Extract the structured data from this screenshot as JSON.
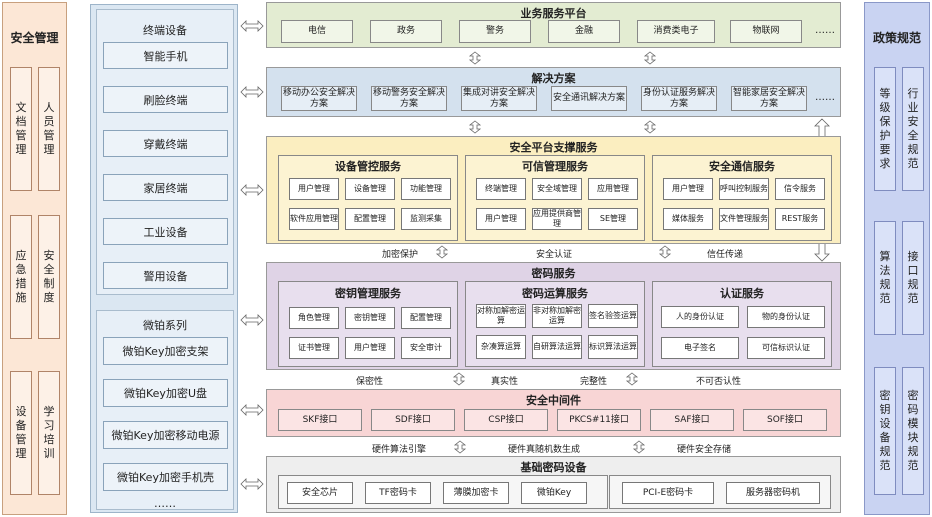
{
  "left": {
    "title": "安全管理",
    "items": [
      "文档管理",
      "人员管理",
      "应急措施",
      "安全制度",
      "设备管理",
      "学习培训"
    ]
  },
  "right": {
    "title": "政策规范",
    "items": [
      "等级保护要求",
      "行业安全规范",
      "算法规范",
      "接口规范",
      "密钥设备规范",
      "密码模块规范"
    ]
  },
  "terminal": {
    "title": "终端设备",
    "items": [
      "智能手机",
      "刷脸终端",
      "穿戴终端",
      "家居终端",
      "工业设备",
      "警用设备"
    ]
  },
  "microchip": {
    "title": "微铂系列",
    "items": [
      "微铂Key加密支架",
      "微铂Key加密U盘",
      "微铂Key加密移动电源",
      "微铂Key加密手机壳"
    ],
    "ellipsis": "……"
  },
  "business": {
    "title": "业务服务平台",
    "items": [
      "电信",
      "政务",
      "警务",
      "金融",
      "消费类电子",
      "物联网"
    ],
    "more": "……"
  },
  "solutions": {
    "title": "解决方案",
    "items": [
      "移动办公安全解决方案",
      "移动警务安全解决方案",
      "集成对讲安全解决方案",
      "安全通讯解决方案",
      "身份认证服务解决方案",
      "智能家居安全解决方案"
    ],
    "more": "……"
  },
  "platform": {
    "title": "安全平台支撑服务",
    "groups": [
      {
        "title": "设备管控服务",
        "items": [
          "用户管理",
          "设备管理",
          "功能管理",
          "软件应用管理",
          "配置管理",
          "监测采集"
        ]
      },
      {
        "title": "可信管理服务",
        "items": [
          "终端管理",
          "安全域管理",
          "应用管理",
          "用户管理",
          "应用提供商管理",
          "SE管理"
        ]
      },
      {
        "title": "安全通信服务",
        "items": [
          "用户管理",
          "呼叫控制服务",
          "信令服务",
          "媒体服务",
          "文件管理服务",
          "REST服务"
        ]
      }
    ]
  },
  "gap1": [
    "加密保护",
    "安全认证",
    "信任传递"
  ],
  "crypto": {
    "title": "密码服务",
    "key": {
      "title": "密钥管理服务",
      "items": [
        "角色管理",
        "密钥管理",
        "配置管理",
        "证书管理",
        "用户管理",
        "安全审计"
      ]
    },
    "ops": {
      "title": "密码运算服务",
      "items": [
        "对称加解密运算",
        "非对称加解密运算",
        "签名验签运算",
        "杂凑算运算",
        "自研算法运算",
        "标识算法运算"
      ]
    },
    "auth": {
      "title": "认证服务",
      "items": [
        "人的身份认证",
        "物的身份认证",
        "电子签名",
        "可信标识认证"
      ]
    }
  },
  "gap2": [
    "保密性",
    "真实性",
    "完整性",
    "不可否认性"
  ],
  "middleware": {
    "title": "安全中间件",
    "items": [
      "SKF接口",
      "SDF接口",
      "CSP接口",
      "PKCS#11接口",
      "SAF接口",
      "SOF接口"
    ]
  },
  "gap3": [
    "硬件算法引擎",
    "硬件真随机数生成",
    "硬件安全存储"
  ],
  "base": {
    "title": "基础密码设备",
    "groupA": [
      "安全芯片",
      "TF密码卡",
      "薄膜加密卡",
      "微铂Key"
    ],
    "groupB": [
      "PCI-E密码卡",
      "服务器密码机"
    ]
  },
  "colors": {
    "business": "#e3ecd2",
    "solutions": "#d4e1ee",
    "platform": "#fbeec0",
    "crypto": "#dfd3e6",
    "middleware": "#f8d5d5",
    "base": "#eeeeee"
  }
}
